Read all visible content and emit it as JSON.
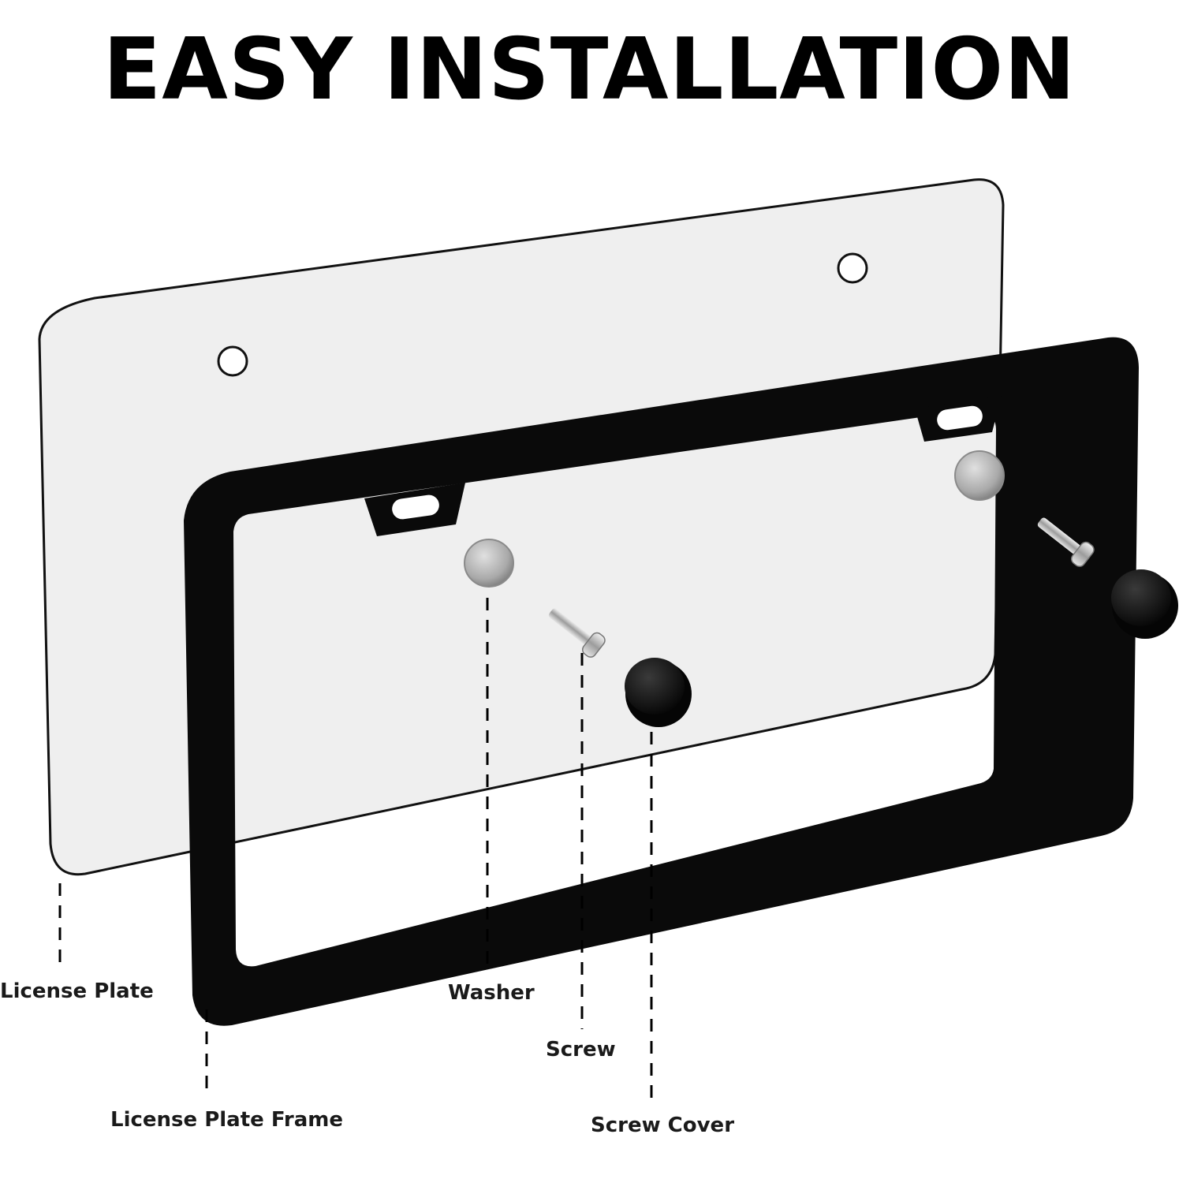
{
  "title": "EASY INSTALLATION",
  "labels": {
    "license_plate": "License Plate",
    "washer": "Washer",
    "screw": "Screw",
    "license_plate_frame": "License Plate Frame",
    "screw_cover": "Screw Cover"
  },
  "colors": {
    "background": "#ffffff",
    "plate_fill": "#efefef",
    "frame": "#0a0a0a",
    "washer": "#b8b8b8",
    "screw": "#c8c8c8",
    "cover": "#111111",
    "text": "#1a1a1a"
  }
}
